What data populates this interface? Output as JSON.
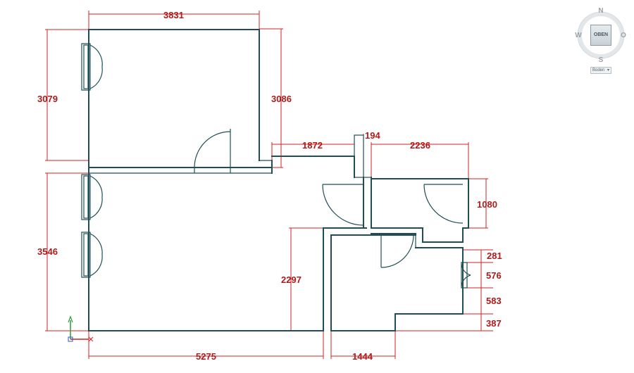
{
  "navigation": {
    "north": "N",
    "south": "S",
    "west": "W",
    "east": "O",
    "cube_face": "OBEN",
    "view_option": "Boden"
  },
  "dimensions": {
    "top_width": "3831",
    "left_upper_height": "3079",
    "right_upper_height": "3086",
    "corridor_width": "1872",
    "wall_thickness": "194",
    "right_room_width": "2236",
    "right_room_height": "1080",
    "left_lower_height": "3546",
    "lower_inner_height": "2297",
    "bottom_left_width": "5275",
    "bottom_right_width": "1444",
    "right_seg_1": "281",
    "right_seg_2": "576",
    "right_seg_3": "583",
    "right_seg_4": "387"
  },
  "colors": {
    "wall": "#1f4f55",
    "dimension": "#d42020",
    "dimension_text": "#b01a1a"
  }
}
